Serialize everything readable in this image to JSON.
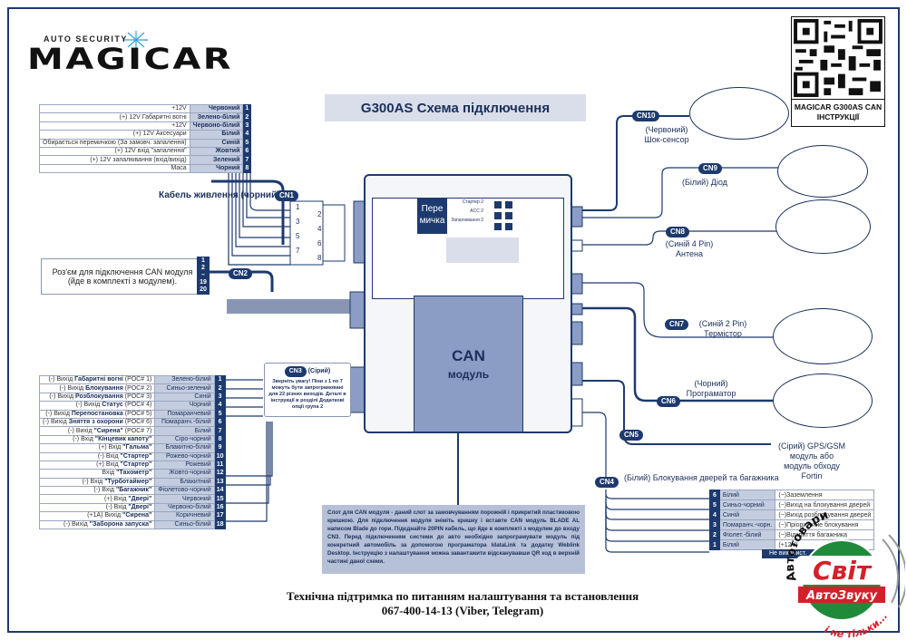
{
  "brand": {
    "subtitle": "AUTO SECURITY",
    "name": "MAGICAR"
  },
  "title": "G300AS Схема підключення",
  "qr": {
    "caption_line1": "MAGICAR G300AS CAN",
    "caption_line2": "ІНСТРУКЦІЇ"
  },
  "cn1": {
    "badge": "CN1",
    "caption": "Кабель живлення (чорний)",
    "rows": [
      {
        "func": "+12V",
        "color": "Червоний",
        "pin": "1"
      },
      {
        "func": "(+) 12V Габаритні вогні",
        "color": "Зелено-білий",
        "pin": "2"
      },
      {
        "func": "+12V",
        "color": "Червоно-білий",
        "pin": "3"
      },
      {
        "func": "(+) 12V Аксесуари",
        "color": "Білий",
        "pin": "4"
      },
      {
        "func": "Обирається перемичкою (За замовч. запалення)",
        "color": "Синій",
        "pin": "5"
      },
      {
        "func": "(+) 12V вхід \"запалення\"",
        "color": "Жовтий",
        "pin": "6"
      },
      {
        "func": "(+) 12V запалювання (вхід/вихід)",
        "color": "Зелений",
        "pin": "7"
      },
      {
        "func": "Маса",
        "color": "Чорний",
        "pin": "8"
      }
    ],
    "connector_pins": [
      "1",
      "2",
      "3",
      "4",
      "5",
      "6",
      "7",
      "8"
    ]
  },
  "cn2": {
    "badge": "CN2",
    "text_line1": "Роз'єм для підключення CAN модуля",
    "text_line2": "(йде в комплекті з модулем).",
    "pins": [
      "1",
      "2",
      "–",
      "19",
      "20"
    ]
  },
  "cn3": {
    "badge": "CN3",
    "color": "(Сірий)",
    "note": "Зверніть увагу! Піни з 1 по 7 можуть бути запрограмовані для 22 різних виходів. Деталі в інструкції в розділі Додаткові опції група 2",
    "rows": [
      {
        "prefix": "(-) Вихід ",
        "name": "Габаритні вогні",
        "suffix": " (POC# 1)",
        "color": "Зелено-білий",
        "pin": "1"
      },
      {
        "prefix": "(-) Вихід ",
        "name": "Блокування",
        "suffix": " (POC# 2)",
        "color": "Синьо-зелений",
        "pin": "2"
      },
      {
        "prefix": "(-) Вихід ",
        "name": "Розблокування",
        "suffix": " (POC# 3)",
        "color": "Синій",
        "pin": "3"
      },
      {
        "prefix": "(-) Вихід ",
        "name": "Статус",
        "suffix": " (POC# 4)",
        "color": "Чорний",
        "pin": "4"
      },
      {
        "prefix": "(-) Вихід ",
        "name": "Перепостановка",
        "suffix": " (POC# 5)",
        "color": "Помаранчевий",
        "pin": "5"
      },
      {
        "prefix": "(-) Вихід ",
        "name": "Зняття з охорони",
        "suffix": " (POC# 6)",
        "color": "Помаранч.-білий",
        "pin": "6"
      },
      {
        "prefix": "(-) Вихід ",
        "name": "\"Сирена\"",
        "suffix": " (POC# 7)",
        "color": "Білий",
        "pin": "7"
      },
      {
        "prefix": "(-) Вхід ",
        "name": "\"Кінцевик капоту\"",
        "suffix": "",
        "color": "Сіро-чорний",
        "pin": "8"
      },
      {
        "prefix": "(+) Вхід ",
        "name": "\"Гальма\"",
        "suffix": "",
        "color": "Блакитно-білий",
        "pin": "9"
      },
      {
        "prefix": "(-) Вхід ",
        "name": "\"Стартер\"",
        "suffix": "",
        "color": "Рожево-чорний",
        "pin": "10"
      },
      {
        "prefix": "(+) Вхід ",
        "name": "\"Стартер\"",
        "suffix": "",
        "color": "Рожевий",
        "pin": "11"
      },
      {
        "prefix": "Вхід ",
        "name": "\"Тахометр\"",
        "suffix": "",
        "color": "Жовто-чорний",
        "pin": "12"
      },
      {
        "prefix": "(-) Вхід ",
        "name": "\"Турботаймер\"",
        "suffix": "",
        "color": "Блакитний",
        "pin": "13"
      },
      {
        "prefix": "(-) Вхід ",
        "name": "\"Багажник\"",
        "suffix": "",
        "color": "Фіолетово-чорний",
        "pin": "14"
      },
      {
        "prefix": "(+) Вхід ",
        "name": "\"Двері\"",
        "suffix": "",
        "color": "Червоний",
        "pin": "15"
      },
      {
        "prefix": "(-) Вхід ",
        "name": "\"Двері\"",
        "suffix": "",
        "color": "Червоно-білий",
        "pin": "16"
      },
      {
        "prefix": "(+1A) Вихід ",
        "name": "\"Сирена\"",
        "suffix": "",
        "color": "Коричневий",
        "pin": "17"
      },
      {
        "prefix": "(-) Вихід ",
        "name": "\"Заборона запуска\"",
        "suffix": "",
        "color": "Синьо-білий",
        "pin": "18"
      }
    ]
  },
  "module": {
    "jumper_line1": "Пере",
    "jumper_line2": "мичка",
    "jumper_labels": [
      "Стартер 2",
      "ACC 2",
      "Запалювання 2"
    ],
    "can_line1": "CAN",
    "can_line2": "модуль"
  },
  "cn10": {
    "badge": "CN10",
    "color": "(Червоний)",
    "name": "Шок-сенсор"
  },
  "cn9": {
    "badge": "CN9",
    "color": "(Білий)",
    "name": "Діод"
  },
  "cn8": {
    "badge": "CN8",
    "color": "(Синій 4 Pin)",
    "name": "Антена"
  },
  "cn7": {
    "badge": "CN7",
    "color": "(Синій 2 Pin)",
    "name": "Термістор"
  },
  "cn6": {
    "badge": "CN6",
    "color": "(Чорний)",
    "name": "Програматор"
  },
  "cn5": {
    "badge": "CN5",
    "color": "(Сірий)",
    "name": "GPS/GSM модуль або модуль обходу Fortin"
  },
  "cn4": {
    "badge": "CN4",
    "color": "(Білий)",
    "name": "Блокування дверей та багажника",
    "rows": [
      {
        "pin": "6",
        "color": "Білий",
        "func": "(−)Заземлення"
      },
      {
        "pin": "5",
        "color": "Синьо-чорний",
        "func": "(−)Вихід на блокування дверей"
      },
      {
        "pin": "4",
        "color": "Синій",
        "func": "(−)Вихід розблокування дверей"
      },
      {
        "pin": "3",
        "color": "Помаранч.-чорн.",
        "func": "(−)Пріоритетне блокування"
      },
      {
        "pin": "2",
        "color": "Фіолет.-білий",
        "func": "(−)Відкриття багажника"
      },
      {
        "pin": "1",
        "color": "Білий",
        "func": "(+12V)"
      }
    ],
    "footer": "Не використ."
  },
  "can_note": "Слот для CAN модуля - даний слот за замовчуванням порожній і прикритий пластиковою кришкою. Для підключення модуля зніміть кришку і вставте CAN модуль BLADE AL написом Blade до гори. Підєднайте 20PIN кабель, що йде в комплекті з модулем до входу CN3. Перед підключенням системи до авто необхідно запрограмувати модуль під конкретний автомобіль за допомогою програматора IdataLink та додатку Weblink Desktop. Інструкцію з налаштування можна завантажити відсканувавши QR код в верхній частині даної схеми.",
  "support": {
    "line1": "Технічна підтримка по питанням налаштування та встановлення",
    "line2": "067-400-14-13 (Viber, Telegram)"
  },
  "stamp": {
    "top_arc": "Автотовари",
    "main": "Світ",
    "sub": "АвтоЗвуку",
    "bottom_arc": "і не тільки..."
  },
  "colors": {
    "navy": "#1d3a6e",
    "light_blue": "#c4cde0",
    "can_module": "#8b9dc4",
    "stamp_green": "#1f8a3a",
    "stamp_red": "#d4202a"
  }
}
